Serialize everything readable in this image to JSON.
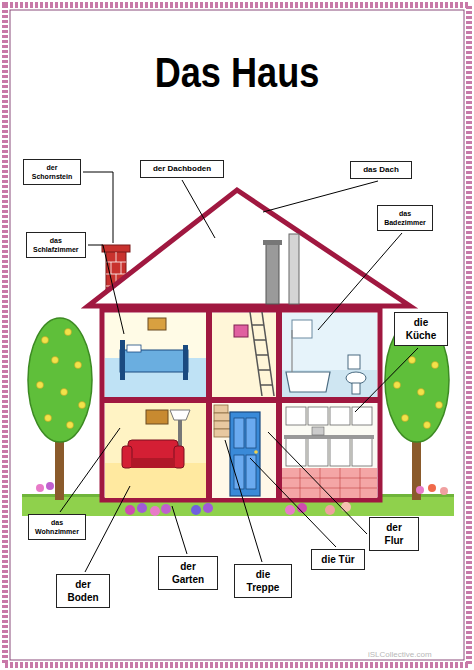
{
  "diagram": {
    "title": "Das Haus",
    "nodes": [
      {
        "text": [
          "der Dachboden"
        ]
      },
      {
        "text": [
          "das Dach"
        ]
      },
      {
        "text": [
          "der Schornstein"
        ]
      },
      {
        "text": [
          "das Badezimmer"
        ]
      },
      {
        "text": [
          "das Schlafzimmer"
        ]
      },
      {
        "text": [
          "die Küche"
        ]
      },
      {
        "text": [
          "das Wohnzimmer"
        ]
      },
      {
        "text": [
          "der Flur"
        ]
      },
      {
        "text": [
          "die Tür"
        ]
      },
      {
        "text": [
          "der Garten"
        ]
      },
      {
        "text": [
          "die Treppe"
        ]
      },
      {
        "text": [
          "der Boden"
        ]
      }
    ],
    "labels": [
      "iSLCollective.com"
    ]
  }
}
